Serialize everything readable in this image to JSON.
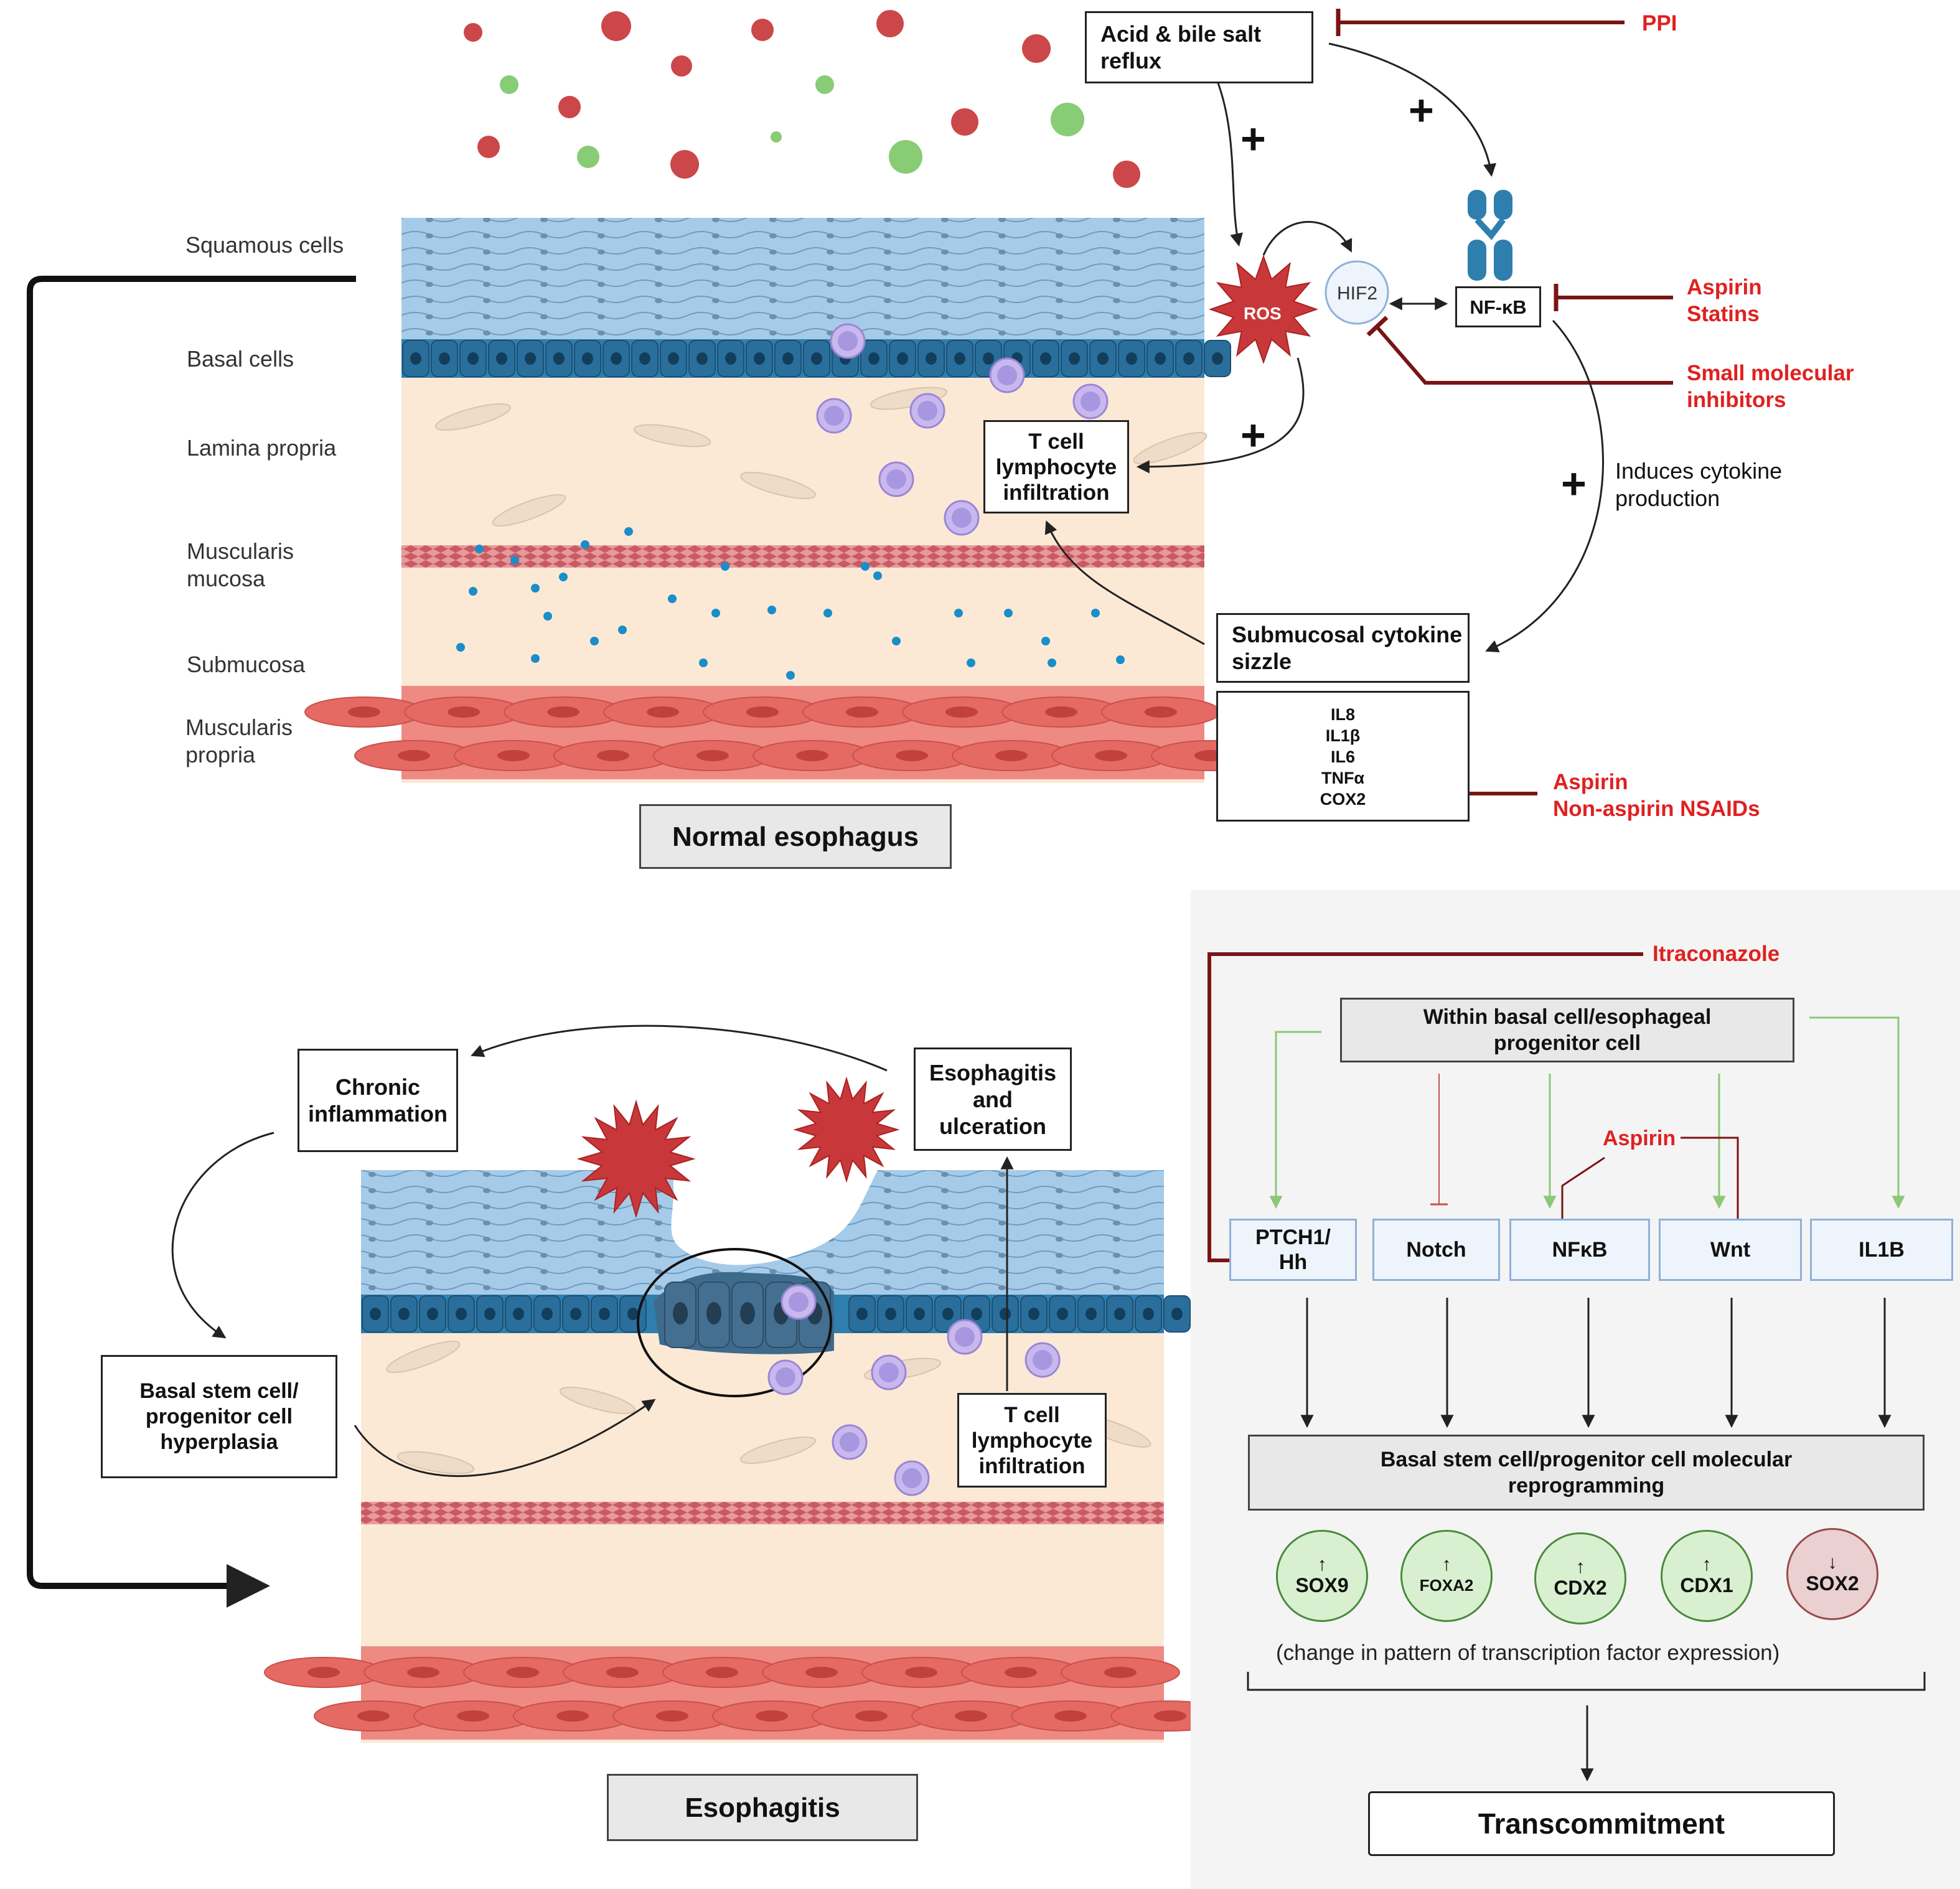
{
  "layers": {
    "squamous": "Squamous cells",
    "basal": "Basal cells",
    "lamina": "Lamina propria",
    "muscularis_mucosa": "Muscularis\nmucosa",
    "submucosa": "Submucosa",
    "muscularis_propria": "Muscularis\npropria"
  },
  "top": {
    "reflux": "Acid & bile salt\nreflux",
    "ppi": "PPI",
    "ros": "ROS",
    "hif2": "HIF2",
    "nfkb": "NF-κB",
    "aspirin_statins": "Aspirin\nStatins",
    "small_inhibitors": "Small molecular\ninhibitors",
    "induces_cytokine": "Induces cytokine\nproduction",
    "tcell": "T cell\nlymphocyte\ninfiltration",
    "sizzle": "Submucosal cytokine\nsizzle",
    "cytokines": [
      "IL8",
      "IL1β",
      "IL6",
      "TNFα"
    ],
    "cox2": "COX2",
    "aspirin_nsaids": "Aspirin\nNon-aspirin NSAIDs",
    "normal_label": "Normal esophagus",
    "plus": "+"
  },
  "bottom": {
    "chronic": "Chronic\ninflammation",
    "ulceration": "Esophagitis\nand\nulceration",
    "hyperplasia": "Basal stem cell/\nprogenitor cell\nhyperplasia",
    "tcell": "T cell\nlymphocyte\ninfiltration",
    "esophagitis_label": "Esophagitis"
  },
  "panel": {
    "itraconazole": "Itraconazole",
    "within": "Within basal cell/esophageal\nprogenitor cell",
    "aspirin": "Aspirin",
    "pathways": [
      "PTCH1/\nHh",
      "Notch",
      "NFκB",
      "Wnt",
      "IL1B"
    ],
    "reprogramming": "Basal stem cell/progenitor cell molecular\nreprogramming",
    "tfs": [
      {
        "arrow": "↑",
        "name": "SOX9"
      },
      {
        "arrow": "↑",
        "name": "FOXA2"
      },
      {
        "arrow": "↑",
        "name": "CDX2"
      },
      {
        "arrow": "↑",
        "name": "CDX1"
      },
      {
        "arrow": "↓",
        "name": "SOX2"
      }
    ],
    "change_note": "(change in pattern of transcription factor expression)",
    "transcommitment": "Transcommitment"
  },
  "colors": {
    "inhibitor": "#7a1414",
    "drug_text": "#e02020",
    "activation": "#8cc878",
    "squamous": "#9fc6e6",
    "basal": "#2f7fae",
    "lamina": "#fbe9d6",
    "muscle": "#e9706a"
  }
}
